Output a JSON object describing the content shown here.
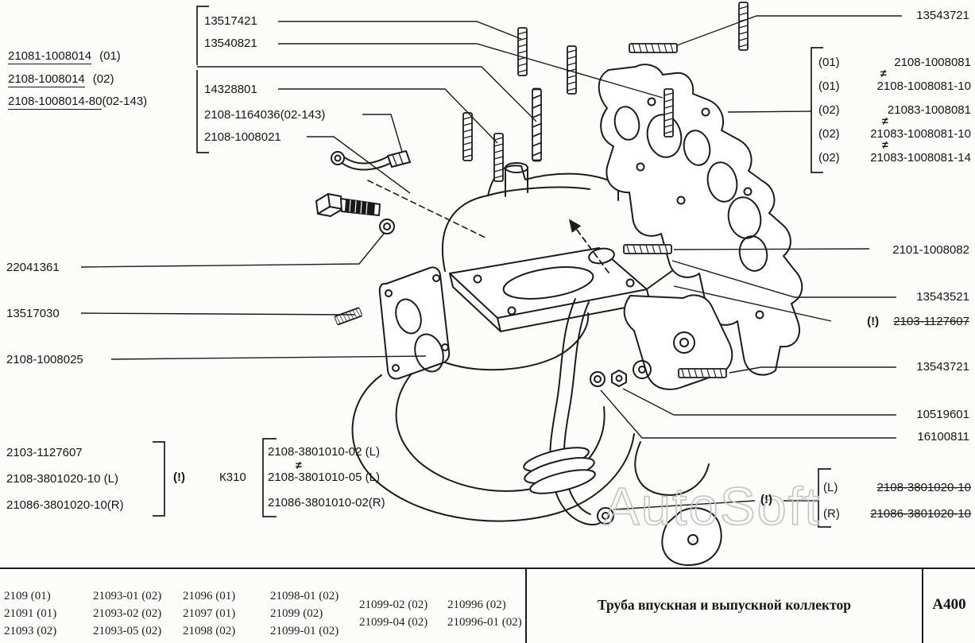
{
  "watermark": "AutoSoft",
  "symbols": {
    "neq": "≠"
  },
  "top_left": {
    "l1": {
      "num": "21081-1008014",
      "suf": "(01)"
    },
    "l2": {
      "num": "2108-1008014",
      "suf": "(02)"
    },
    "l3": {
      "num": "2108-1008014-80",
      "suf": "(02-143)"
    }
  },
  "top_center": {
    "l1": "13517421",
    "l2": "13540821",
    "l3": "14328801",
    "l4": "2108-1164036(02-143)",
    "l5": "2108-1008021"
  },
  "top_right": {
    "l0": "13543721",
    "box": [
      {
        "pre": "(01)",
        "num": "2108-1008081"
      },
      {
        "pre": "(01)",
        "num": "2108-1008081-10"
      },
      {
        "pre": "(02)",
        "num": "21083-1008081"
      },
      {
        "pre": "(02)",
        "num": "21083-1008081-10"
      },
      {
        "pre": "(02)",
        "num": "21083-1008081-14"
      }
    ]
  },
  "mid_left": {
    "l1": "22041361",
    "l2": "13517030",
    "l3": "2108-1008025"
  },
  "mid_right": {
    "l1": "2101-1008082",
    "l2": "13543521",
    "l3_pre": "(!)",
    "l3": "2103-1127607",
    "l4": "13543721",
    "l5": "10519601",
    "l6": "16100811"
  },
  "bottom_left": {
    "l1": "2103-1127607",
    "l2": "2108-3801020-10 (L)",
    "l3": "21086-3801020-10(R)",
    "mark": "(!)",
    "code": "К310"
  },
  "bottom_center": {
    "l1": "2108-3801010-02 (L)",
    "l2": "2108-3801010-05 (L)",
    "l3": "21086-3801010-02(R)"
  },
  "bottom_right": {
    "mark": "(!)",
    "box": [
      {
        "pre": "(L)",
        "num": "2108-3801020-10"
      },
      {
        "pre": "(R)",
        "num": "21086-3801020-10"
      }
    ]
  },
  "table": {
    "columns": [
      [
        "2109 (01)",
        "21091 (01)",
        "21093 (02)"
      ],
      [
        "21093-01 (02)",
        "21093-02 (02)",
        "21093-05 (02)"
      ],
      [
        "21096 (01)",
        "21097 (01)",
        "21098 (02)"
      ],
      [
        "21098-01 (02)",
        "21099 (02)",
        "21099-01 (02)"
      ],
      [
        "21099-02 (02)",
        "21099-04 (02)"
      ],
      [
        "210996 (02)",
        "210996-01 (02)"
      ]
    ],
    "title": "Труба впускная и выпускной коллектор",
    "code": "А400"
  }
}
